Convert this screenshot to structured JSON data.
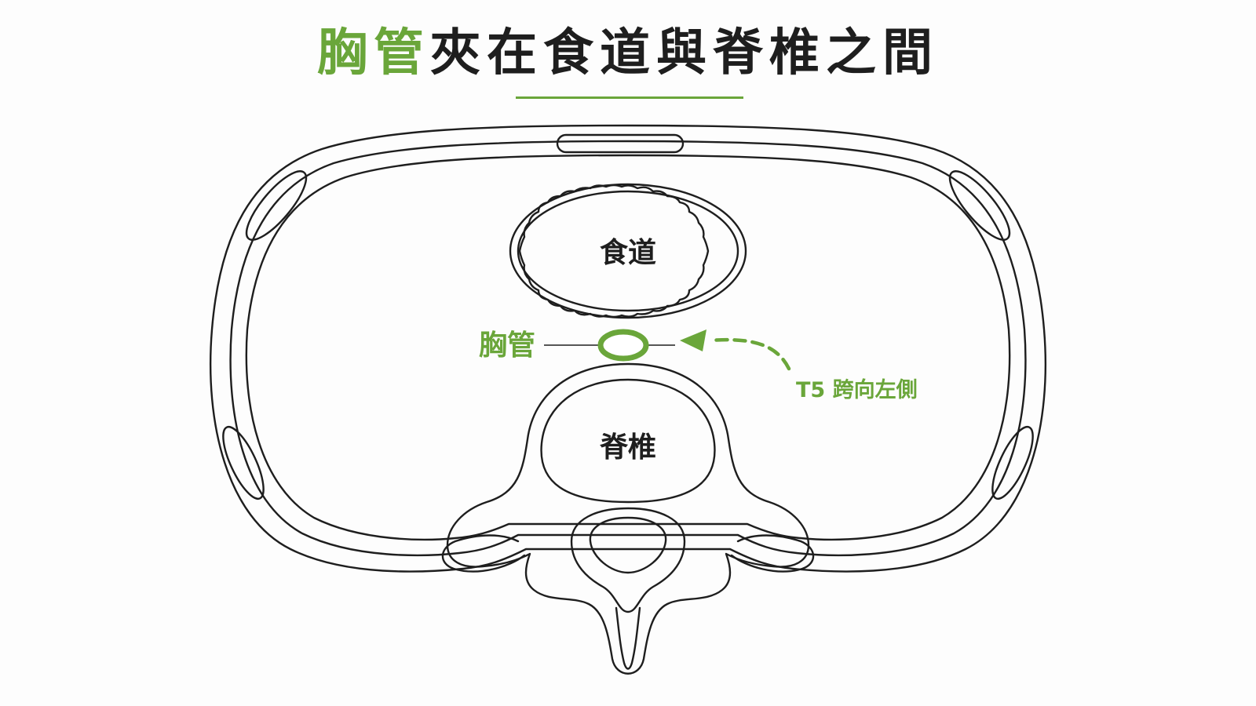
{
  "title": {
    "highlight": "胸管",
    "rest": "夾在食道與脊椎之間"
  },
  "labels": {
    "esophagus": "食道",
    "spine": "脊椎",
    "thoracic_duct": "胸管",
    "crossing_note": "T5 跨向左側"
  },
  "colors": {
    "accent": "#6aa63a",
    "ink": "#1e1e1e",
    "background": "#fdfdfd"
  }
}
